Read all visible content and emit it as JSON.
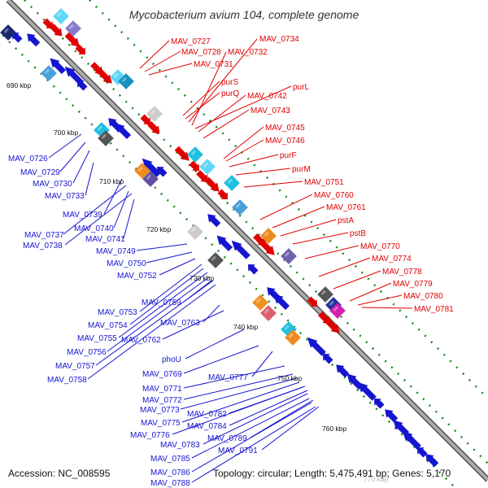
{
  "title": "Mycobacterium avium 104, complete genome",
  "footer": {
    "accession": "Accession: NC_008595",
    "topology": "Topology: circular; Length: 5,475,491 bp; Genes: 5,170"
  },
  "colors": {
    "forward_label": "#e00000",
    "reverse_label": "#1515d0",
    "backbone": "#888888",
    "tick": "#1a8a1a"
  },
  "kbp_ticks": [
    "690 kbp",
    "700 kbp",
    "710 kbp",
    "720 kbp",
    "730 kbp",
    "740 kbp",
    "750 kbp",
    "760 kbp",
    "770 kbp"
  ],
  "forward_genes": [
    "MAV_0727",
    "MAV_0734",
    "MAV_0728",
    "MAV_0732",
    "MAV_0731",
    "purS",
    "purL",
    "purQ",
    "MAV_0742",
    "MAV_0743",
    "MAV_0745",
    "MAV_0746",
    "purF",
    "purM",
    "MAV_0751",
    "MAV_0760",
    "MAV_0761",
    "pstA",
    "pstB",
    "MAV_0770",
    "MAV_0774",
    "MAV_0778",
    "MAV_0779",
    "MAV_0780",
    "MAV_0781"
  ],
  "reverse_genes": [
    "MAV_0726",
    "MAV_0729",
    "MAV_0730",
    "MAV_0733",
    "MAV_0739",
    "MAV_0737",
    "MAV_0740",
    "MAV_0738",
    "MAV_0741",
    "MAV_0749",
    "MAV_0750",
    "MAV_0752",
    "MAV_0759",
    "MAV_0753",
    "MAV_0754",
    "MAV_0763",
    "MAV_0755",
    "MAV_0762",
    "MAV_0756",
    "MAV_0757",
    "phoU",
    "MAV_0758",
    "MAV_0769",
    "MAV_0777",
    "MAV_0771",
    "MAV_0772",
    "MAV_0773",
    "MAV_0782",
    "MAV_0775",
    "MAV_0784",
    "MAV_0776",
    "MAV_0789",
    "MAV_0783",
    "MAV_0791",
    "MAV_0785",
    "MAV_0786",
    "MAV_0788"
  ]
}
